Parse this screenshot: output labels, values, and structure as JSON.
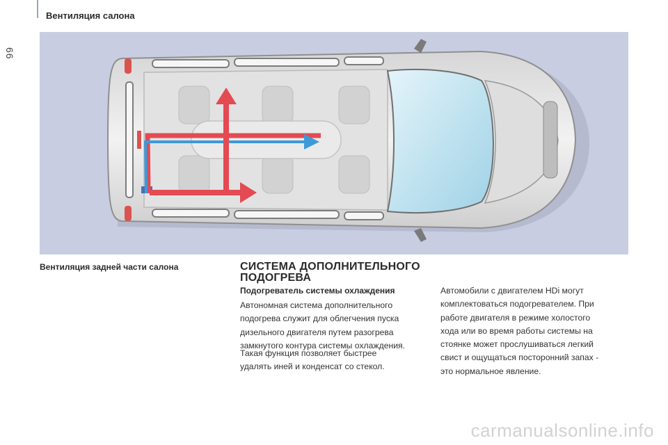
{
  "header": {
    "title": "Вентиляция салона",
    "page_number": "66"
  },
  "figure": {
    "colors": {
      "background": "#c9cde2",
      "warm_air": "#e44a52",
      "cool_air": "#3d9ad9",
      "glass": "#bfe3ef"
    }
  },
  "caption": "Вентиляция задней части салона",
  "section": {
    "title": "СИСТЕМА ДОПОЛНИТЕЛЬНОГО\nПОДОГРЕВА",
    "subsection_title": "Подогреватель системы охлаждения",
    "paragraph_1": "Автономная система дополнительного\nподогрева служит для облегчения пуска\nдизельного двигателя путем разогрева\nзамкнутого контура системы охлаждения.",
    "paragraph_2": "Такая функция позволяет быстрее\nудалять иней и конденсат со стекол.",
    "paragraph_3": "Автомобили с двигателем HDi могут\nкомплектоваться подогревателем. При\nработе двигателя в режиме холостого\nхода или во время работы системы на\nстоянке может прослушиваться легкий\nсвист и ощущаться посторонний запах -\nэто нормальное явление."
  },
  "watermark": "carmanualsonline.info"
}
